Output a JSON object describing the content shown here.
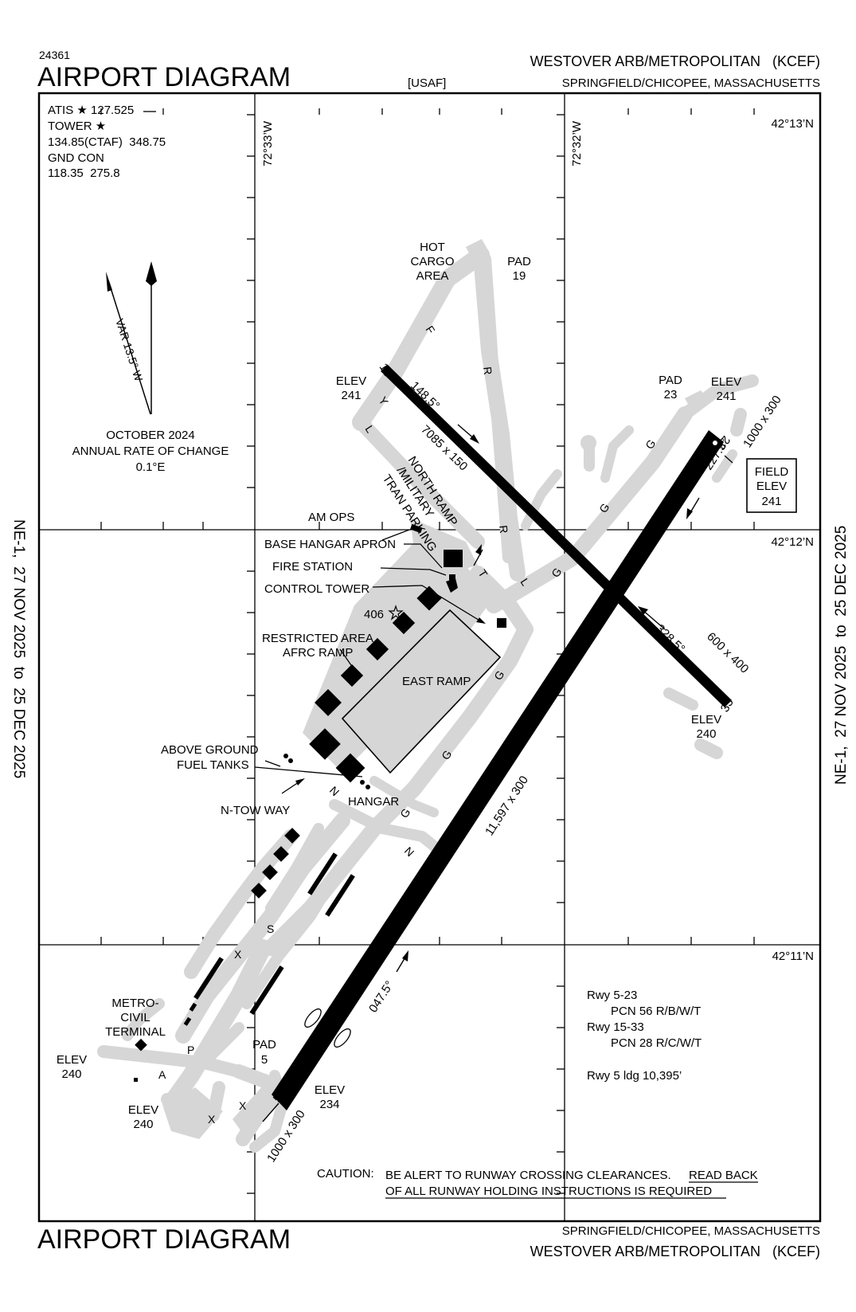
{
  "header": {
    "chart_number": "24361",
    "title": "AIRPORT DIAGRAM",
    "usaf": "[USAF]",
    "airport_name": "WESTOVER ARB/METROPOLITAN   (KCEF)",
    "city": "SPRINGFIELD/CHICOPEE, MASSACHUSETTS"
  },
  "footer": {
    "title": "AIRPORT DIAGRAM",
    "city": "SPRINGFIELD/CHICOPEE, MASSACHUSETTS",
    "airport_name": "WESTOVER ARB/METROPOLITAN   (KCEF)"
  },
  "side_labels": {
    "left": "NE-1,  27 NOV 2025  to  25 DEC 2025",
    "right": "NE-1,  27 NOV 2025  to  25 DEC 2025"
  },
  "frequencies": {
    "atis": "ATIS ★ 127.525",
    "tower": "TOWER ★",
    "tower_freq": "134.85(CTAF)  348.75",
    "gnd_con": "GND CON",
    "gnd_freq": "118.35  275.8"
  },
  "grid": {
    "lon_left": "72°33’W",
    "lon_right": "72°32’W",
    "lat_top": "42°13’N",
    "lat_mid": "42°12’N",
    "lat_bottom": "42°11’N"
  },
  "variation": {
    "label": "VAR 13.5° W",
    "date": "OCTOBER 2024",
    "rate_label": "ANNUAL RATE OF CHANGE",
    "rate": "0.1°E"
  },
  "runways": {
    "rwy_5_23": {
      "end_5": "5",
      "end_23": "23",
      "dims": "11,597 x 300",
      "heading_5": "047.5°",
      "heading_23": "227.5°",
      "overrun_5": "1000 x 300",
      "overrun_23": "1000 x 300"
    },
    "rwy_15_33": {
      "end_15": "15",
      "end_33": "33",
      "dims": "7085 x 150",
      "heading_15": "148.5°",
      "heading_33": "328.5°",
      "overrun_33": "600 x 400"
    }
  },
  "elevations": {
    "rwy15": [
      "ELEV",
      "241"
    ],
    "rwy23": [
      "ELEV",
      "241"
    ],
    "rwy33": [
      "ELEV",
      "240"
    ],
    "rwy5": [
      "ELEV",
      "234"
    ],
    "sw_west": [
      "ELEV",
      "240"
    ],
    "sw_south": [
      "ELEV",
      "240"
    ],
    "field": [
      "FIELD",
      "ELEV",
      "241"
    ]
  },
  "labels": {
    "hot_cargo": [
      "HOT",
      "CARGO",
      "AREA"
    ],
    "pad19": [
      "PAD",
      "19"
    ],
    "pad23": [
      "PAD",
      "23"
    ],
    "pad5": [
      "PAD",
      "5"
    ],
    "north_ramp": [
      "NORTH RAMP",
      "/MILITARY",
      "TRAN PARKING"
    ],
    "am_ops": "AM OPS",
    "base_hangar": "BASE HANGAR APRON",
    "fire_station": "FIRE STATION",
    "control_tower": "CONTROL TOWER",
    "tower_elev": "406",
    "restricted": [
      "RESTRICTED AREA",
      "AFRC RAMP"
    ],
    "east_ramp": "EAST RAMP",
    "fuel_tanks": [
      "ABOVE GROUND",
      "FUEL TANKS"
    ],
    "hangar": "HANGAR",
    "ntow": "N-TOW WAY",
    "metro_civil": [
      "METRO-",
      "CIVIL",
      "TERMINAL"
    ]
  },
  "taxiways": [
    "F",
    "R",
    "Y",
    "L",
    "R",
    "T",
    "L",
    "G",
    "G",
    "G",
    "G",
    "G",
    "G",
    "N",
    "N",
    "S",
    "X",
    "X",
    "X",
    "P",
    "A"
  ],
  "notes": {
    "pcn1": "Rwy 5-23",
    "pcn1_val": "PCN 56 R/B/W/T",
    "pcn2": "Rwy 15-33",
    "pcn2_val": "PCN 28 R/C/W/T",
    "ldg": "Rwy 5 ldg 10,395’",
    "caution_label": "CAUTION:",
    "caution_line1": "BE ALERT TO RUNWAY CROSSING CLEARANCES.",
    "caution_line1b": "READ BACK",
    "caution_line2": "OF ALL RUNWAY HOLDING INSTRUCTIONS IS REQUIRED"
  }
}
